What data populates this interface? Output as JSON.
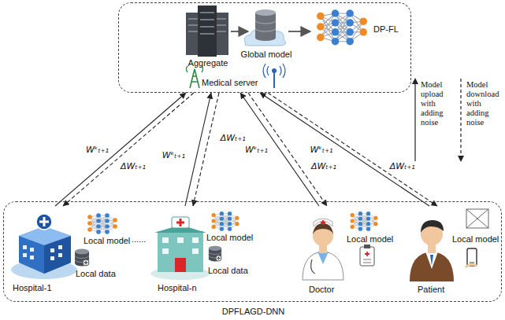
{
  "diagram": {
    "caption": "DPFLAGD-DNN",
    "nodes": [
      {
        "text": [
          "Medical server"
        ]
      },
      {
        "text": [
          "Aggregate"
        ],
        "in": 0
      },
      {
        "text": [
          "Global model"
        ],
        "in": 0
      },
      {
        "text": [
          "DP-FL"
        ],
        "in": 0
      },
      {
        "text": [
          "DPFLAGD-DNN"
        ]
      },
      {
        "text": [
          "Local model",
          "Local data",
          "Hospital-1"
        ],
        "in": 4
      },
      {
        "text": [
          "Local model",
          "Local data",
          "Hospital-n"
        ],
        "in": 4
      },
      {
        "text": [
          "Local model",
          "Doctor"
        ],
        "in": 4
      },
      {
        "text": [
          "Local model",
          "Patient"
        ],
        "in": 4
      }
    ],
    "edges": [
      {
        "from": 5,
        "to": 0,
        "arrow": "to",
        "label": "Wᵏₜ₊₁"
      },
      {
        "from": 0,
        "to": 5,
        "arrow": "to",
        "label": "ΔWₜ₊₁"
      },
      {
        "from": 6,
        "to": 0,
        "arrow": "to",
        "label": "Wᵏₜ₊₁"
      },
      {
        "from": 0,
        "to": 6,
        "arrow": "to",
        "label": "ΔWₜ₊₁"
      },
      {
        "from": 7,
        "to": 0,
        "arrow": "to",
        "label": "Wᵏₜ₊₁"
      },
      {
        "from": 0,
        "to": 7,
        "arrow": "to",
        "label": "ΔWₜ₊₁"
      },
      {
        "from": 8,
        "to": 0,
        "arrow": "to",
        "label": "Wᵏₜ₊₁"
      },
      {
        "from": 0,
        "to": 8,
        "arrow": "to",
        "label": "ΔWₜ₊₁"
      }
    ],
    "labels": [
      "......"
    ],
    "legend": [
      {
        "text": "Model upload with adding noise"
      },
      {
        "text": "Model download with adding noise"
      }
    ]
  }
}
